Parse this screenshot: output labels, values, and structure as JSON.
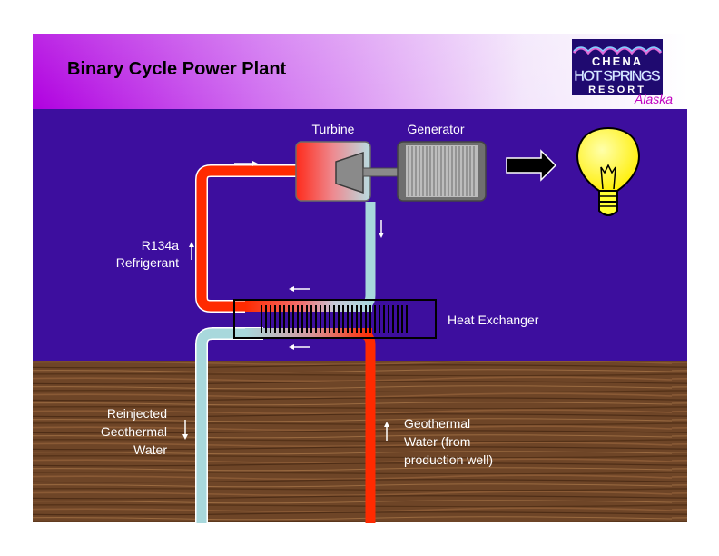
{
  "slide": {
    "title": "Binary Cycle Power Plant"
  },
  "logo": {
    "line1": "CHENA",
    "line2": "HOT SPRINGS",
    "line3": "RESORT",
    "script": "Alaska"
  },
  "labels": {
    "turbine": "Turbine",
    "generator": "Generator",
    "refrigerant_line1": "R134a",
    "refrigerant_line2": "Refrigerant",
    "heat_exchanger": "Heat Exchanger",
    "reinjected_line1": "Reinjected",
    "reinjected_line2": "Geothermal",
    "reinjected_line3": "Water",
    "geothermal_line1": "Geothermal",
    "geothermal_line2": "Water (from",
    "geothermal_line3": "production well)"
  },
  "colors": {
    "sky": "#3d0e9e",
    "title_gradient_start": "#b300e6",
    "title_gradient_end": "#ffffff",
    "hot_fluid": "#ff2a00",
    "cold_fluid": "#a8d8dc",
    "bulb": "#ffff33",
    "generator": "#7a7a7a",
    "ground": "#6b4426"
  },
  "icons": {
    "arrow": "generator-output-arrow-icon",
    "bulb": "light-bulb-icon"
  }
}
